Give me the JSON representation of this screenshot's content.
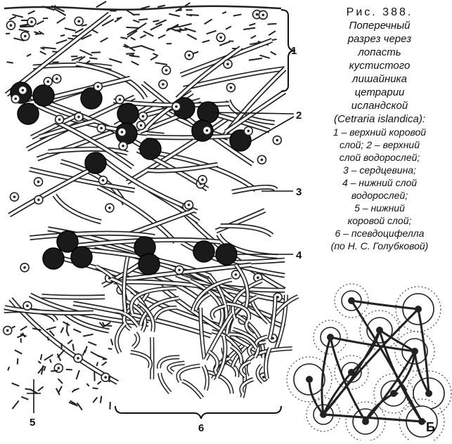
{
  "caption": {
    "figure_number": "Рис. 388.",
    "title_lines": [
      "Поперечный",
      "разрез через",
      "лопасть",
      "кустистого",
      "лишайника",
      "цетрарии",
      "исландской",
      "(Cetraria islandica):"
    ],
    "legend_lines": [
      "1 – верхний коровой",
      "слой; 2 – верхний",
      "слой водорослей;",
      "3 – сердцевина;",
      "4 – нижний слой",
      "водорослей;",
      "5 – нижний",
      "коровой слой;",
      "6 – псевдоцифелла",
      "(по Н. С. Голубковой)"
    ]
  },
  "labels": {
    "l1": "1",
    "l2": "2",
    "l3": "3",
    "l4": "4",
    "l5": "5",
    "l6": "6",
    "panelB": "Б"
  }
}
